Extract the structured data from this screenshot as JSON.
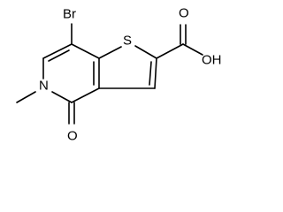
{
  "molecule": {
    "atoms": {
      "bromine": "Br",
      "sulfur": "S",
      "nitrogen": "N",
      "carbonyl_oxygen": "O",
      "acid_carbonyl_oxygen": "O",
      "hydroxyl": "OH"
    }
  }
}
